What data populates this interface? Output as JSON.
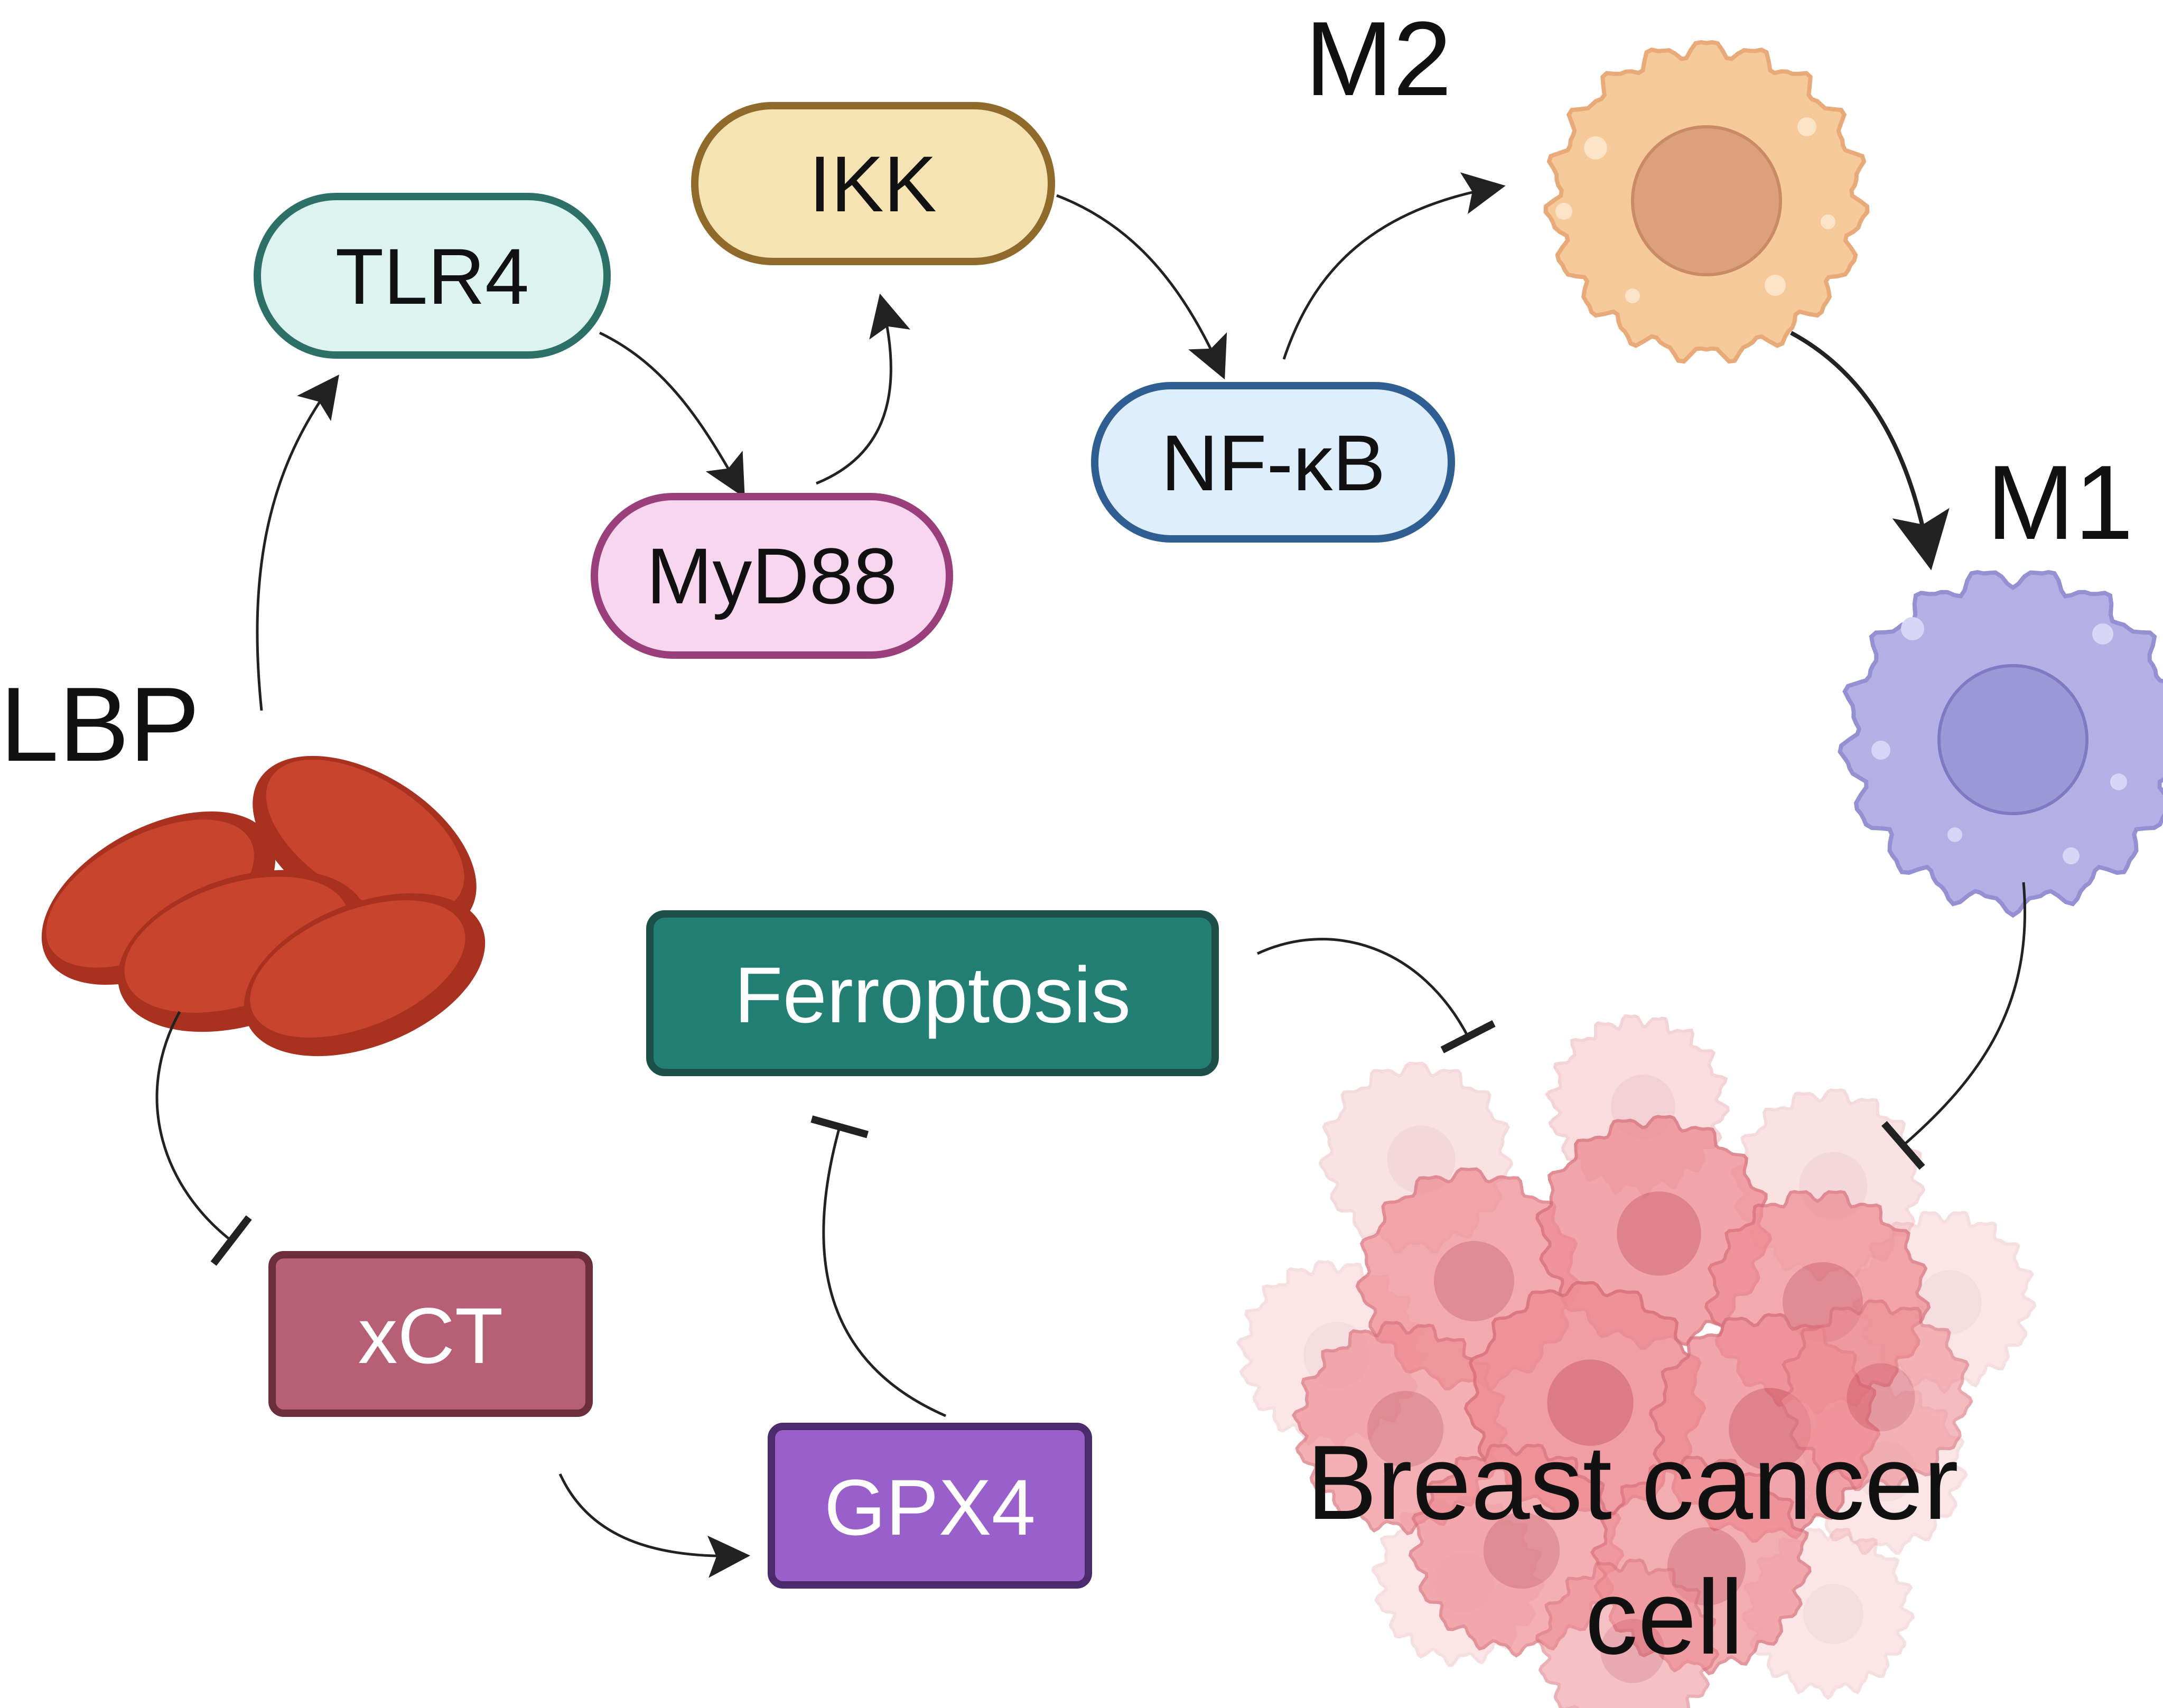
{
  "nodes": {
    "tlr4": {
      "label": "TLR4",
      "fill": "#dcf3f0",
      "stroke": "#2d7068"
    },
    "myd88": {
      "label": "MyD88",
      "fill": "#f9d6ef",
      "stroke": "#9a3f7c"
    },
    "ikk": {
      "label": "IKK",
      "fill": "#f5e3b3",
      "stroke": "#8f6a2a"
    },
    "nfkb": {
      "label": "NF-κB",
      "fill": "#dfeefc",
      "stroke": "#2f5f92"
    },
    "ferroptosis": {
      "label": "Ferroptosis",
      "fill": "#237f73",
      "stroke": "#1b4f48",
      "text_color": "#ffffff"
    },
    "xct": {
      "label": "xCT",
      "fill": "#b75f75",
      "stroke": "#6c2d3d",
      "text_color": "#ffffff"
    },
    "gpx4": {
      "label": "GPX4",
      "fill": "#9960cc",
      "stroke": "#4c2a6e",
      "text_color": "#ffffff"
    }
  },
  "labels": {
    "lbp": "LBP",
    "m2": "M2",
    "m1": "M1",
    "breast_cancer_line1": "Breast cancer",
    "breast_cancer_line2": "cell"
  },
  "images": {
    "goji": "goji-berries-icon",
    "m2_cell": "m2-macrophage-icon",
    "m1_cell": "m1-macrophage-icon",
    "cancer": "breast-cancer-cell-cluster-icon"
  },
  "colors": {
    "goji": "#c9442c",
    "m2_cell": "#f6c99a",
    "m2_nucleus": "#dca07c",
    "m1_cell": "#b4b0e6",
    "m1_nucleus": "#9c97d6",
    "cancer": "#ee8e94",
    "arrow": "#222222"
  },
  "edges": [
    {
      "from": "lbp",
      "to": "tlr4",
      "type": "activation"
    },
    {
      "from": "tlr4",
      "to": "myd88",
      "type": "activation"
    },
    {
      "from": "myd88",
      "to": "ikk",
      "type": "activation"
    },
    {
      "from": "ikk",
      "to": "nfkb",
      "type": "activation"
    },
    {
      "from": "nfkb",
      "to": "m2",
      "type": "activation"
    },
    {
      "from": "m2",
      "to": "m1",
      "type": "activation"
    },
    {
      "from": "m1",
      "to": "breast_cancer_cell",
      "type": "inhibition"
    },
    {
      "from": "ferroptosis",
      "to": "breast_cancer_cell",
      "type": "inhibition"
    },
    {
      "from": "lbp",
      "to": "xct",
      "type": "inhibition"
    },
    {
      "from": "xct",
      "to": "gpx4",
      "type": "activation"
    },
    {
      "from": "gpx4",
      "to": "ferroptosis",
      "type": "inhibition"
    }
  ]
}
